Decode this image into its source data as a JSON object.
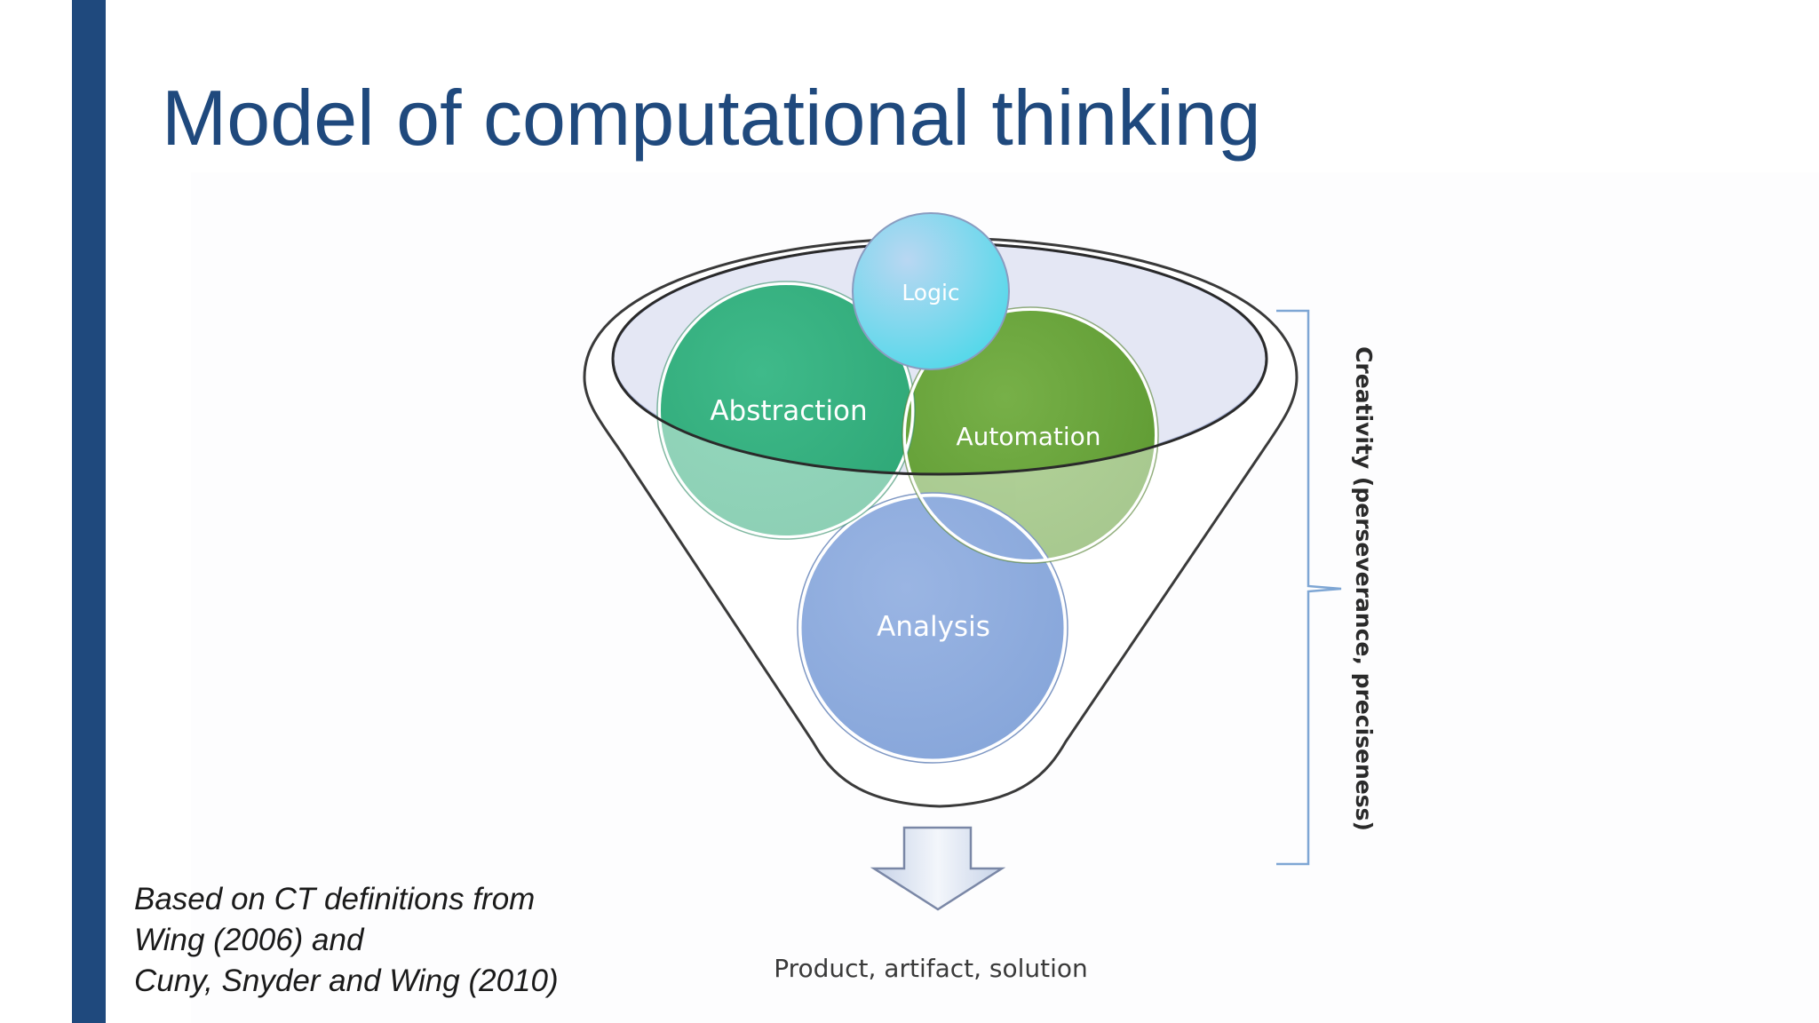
{
  "slide": {
    "title": "Model of computational thinking",
    "accent_color": "#1f497d"
  },
  "diagram": {
    "type": "funnel",
    "circles": [
      {
        "label": "Logic",
        "color": "#8fd3ee"
      },
      {
        "label": "Abstraction",
        "color": "#3cb587"
      },
      {
        "label": "Automation",
        "color": "#6aa63e"
      },
      {
        "label": "Analysis",
        "color": "#8eabdd"
      }
    ],
    "output_arrow_icon": "down-arrow-icon",
    "output_label": "Product, artifact, solution",
    "bracket_label": "Creativity (perseverance, preciseness)"
  },
  "citation": {
    "lines": [
      "Based on CT definitions from",
      "Wing (2006) and",
      "Cuny, Snyder and Wing (2010)"
    ]
  }
}
